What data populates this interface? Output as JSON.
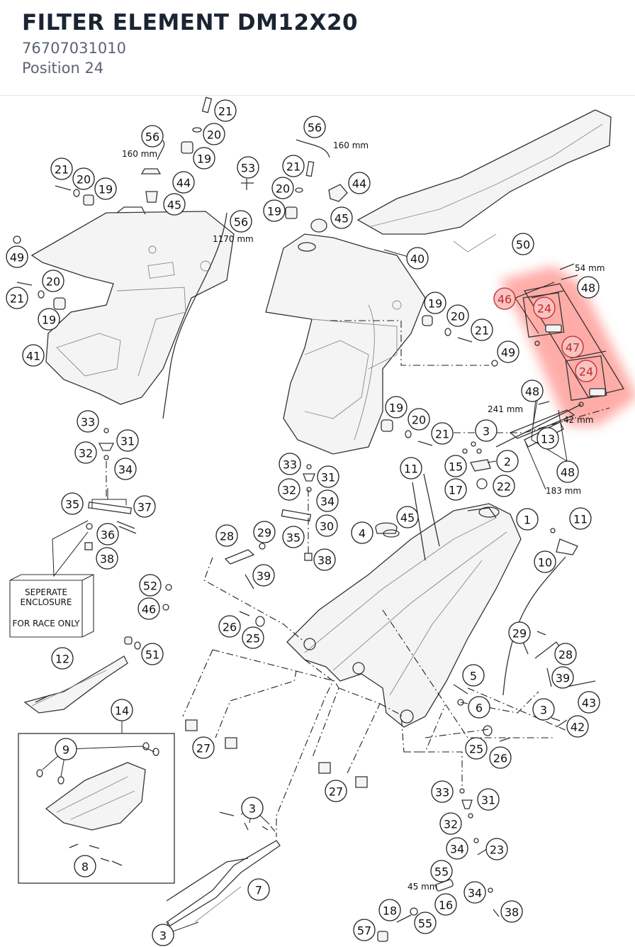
{
  "header": {
    "title": "FILTER ELEMENT DM12X20",
    "part_number": "76707031010",
    "position": "Position 24"
  },
  "colors": {
    "highlight": "#c62828",
    "highlight_fill": "#f7c3c3",
    "title": "#1b2433",
    "subtitle": "#5b6472"
  },
  "dimensions": {
    "d160a": "160 mm",
    "d160b": "160 mm",
    "d1170": "1170 mm",
    "d54": "54 mm",
    "d241": "241 mm",
    "d42": "42 mm",
    "d183": "183 mm",
    "d45": "45 mm"
  },
  "enclosure": {
    "line1": "SEPERATE",
    "line2": "ENCLOSURE",
    "line3": "FOR RACE ONLY"
  },
  "callouts": [
    {
      "label": "21",
      "highlight": false
    },
    {
      "label": "20",
      "highlight": false
    },
    {
      "label": "19",
      "highlight": false
    },
    {
      "label": "56",
      "highlight": false
    },
    {
      "label": "56",
      "highlight": false
    },
    {
      "label": "21",
      "highlight": false
    },
    {
      "label": "20",
      "highlight": false
    },
    {
      "label": "19",
      "highlight": false
    },
    {
      "label": "53",
      "highlight": false
    },
    {
      "label": "44",
      "highlight": false
    },
    {
      "label": "45",
      "highlight": false
    },
    {
      "label": "21",
      "highlight": false
    },
    {
      "label": "20",
      "highlight": false
    },
    {
      "label": "19",
      "highlight": false
    },
    {
      "label": "44",
      "highlight": false
    },
    {
      "label": "45",
      "highlight": false
    },
    {
      "label": "56",
      "highlight": false
    },
    {
      "label": "49",
      "highlight": false
    },
    {
      "label": "20",
      "highlight": false
    },
    {
      "label": "21",
      "highlight": false
    },
    {
      "label": "19",
      "highlight": false
    },
    {
      "label": "40",
      "highlight": false
    },
    {
      "label": "50",
      "highlight": false
    },
    {
      "label": "41",
      "highlight": false
    },
    {
      "label": "46",
      "highlight": true
    },
    {
      "label": "24",
      "highlight": true
    },
    {
      "label": "48",
      "highlight": false
    },
    {
      "label": "47",
      "highlight": true
    },
    {
      "label": "24",
      "highlight": true
    },
    {
      "label": "19",
      "highlight": false
    },
    {
      "label": "20",
      "highlight": false
    },
    {
      "label": "21",
      "highlight": false
    },
    {
      "label": "49",
      "highlight": false
    },
    {
      "label": "48",
      "highlight": false
    },
    {
      "label": "19",
      "highlight": false
    },
    {
      "label": "20",
      "highlight": false
    },
    {
      "label": "21",
      "highlight": false
    },
    {
      "label": "3",
      "highlight": false
    },
    {
      "label": "13",
      "highlight": false
    },
    {
      "label": "2",
      "highlight": false
    },
    {
      "label": "15",
      "highlight": false
    },
    {
      "label": "48",
      "highlight": false
    },
    {
      "label": "17",
      "highlight": false
    },
    {
      "label": "22",
      "highlight": false
    },
    {
      "label": "11",
      "highlight": false
    },
    {
      "label": "33",
      "highlight": false
    },
    {
      "label": "31",
      "highlight": false
    },
    {
      "label": "32",
      "highlight": false
    },
    {
      "label": "34",
      "highlight": false
    },
    {
      "label": "33",
      "highlight": false
    },
    {
      "label": "31",
      "highlight": false
    },
    {
      "label": "32",
      "highlight": false
    },
    {
      "label": "34",
      "highlight": false
    },
    {
      "label": "30",
      "highlight": false
    },
    {
      "label": "35",
      "highlight": false
    },
    {
      "label": "38",
      "highlight": false
    },
    {
      "label": "35",
      "highlight": false
    },
    {
      "label": "37",
      "highlight": false
    },
    {
      "label": "36",
      "highlight": false
    },
    {
      "label": "38",
      "highlight": false
    },
    {
      "label": "4",
      "highlight": false
    },
    {
      "label": "45",
      "highlight": false
    },
    {
      "label": "1",
      "highlight": false
    },
    {
      "label": "11",
      "highlight": false
    },
    {
      "label": "10",
      "highlight": false
    },
    {
      "label": "28",
      "highlight": false
    },
    {
      "label": "29",
      "highlight": false
    },
    {
      "label": "39",
      "highlight": false
    },
    {
      "label": "52",
      "highlight": false
    },
    {
      "label": "46",
      "highlight": false
    },
    {
      "label": "26",
      "highlight": false
    },
    {
      "label": "25",
      "highlight": false
    },
    {
      "label": "12",
      "highlight": false
    },
    {
      "label": "51",
      "highlight": false
    },
    {
      "label": "29",
      "highlight": false
    },
    {
      "label": "28",
      "highlight": false
    },
    {
      "label": "39",
      "highlight": false
    },
    {
      "label": "5",
      "highlight": false
    },
    {
      "label": "6",
      "highlight": false
    },
    {
      "label": "43",
      "highlight": false
    },
    {
      "label": "3",
      "highlight": false
    },
    {
      "label": "42",
      "highlight": false
    },
    {
      "label": "14",
      "highlight": false
    },
    {
      "label": "9",
      "highlight": false
    },
    {
      "label": "8",
      "highlight": false
    },
    {
      "label": "27",
      "highlight": false
    },
    {
      "label": "27",
      "highlight": false
    },
    {
      "label": "25",
      "highlight": false
    },
    {
      "label": "26",
      "highlight": false
    },
    {
      "label": "33",
      "highlight": false
    },
    {
      "label": "31",
      "highlight": false
    },
    {
      "label": "32",
      "highlight": false
    },
    {
      "label": "23",
      "highlight": false
    },
    {
      "label": "34",
      "highlight": false
    },
    {
      "label": "55",
      "highlight": false
    },
    {
      "label": "3",
      "highlight": false
    },
    {
      "label": "7",
      "highlight": false
    },
    {
      "label": "16",
      "highlight": false
    },
    {
      "label": "34",
      "highlight": false
    },
    {
      "label": "18",
      "highlight": false
    },
    {
      "label": "55",
      "highlight": false
    },
    {
      "label": "38",
      "highlight": false
    },
    {
      "label": "57",
      "highlight": false
    },
    {
      "label": "3",
      "highlight": false
    }
  ]
}
